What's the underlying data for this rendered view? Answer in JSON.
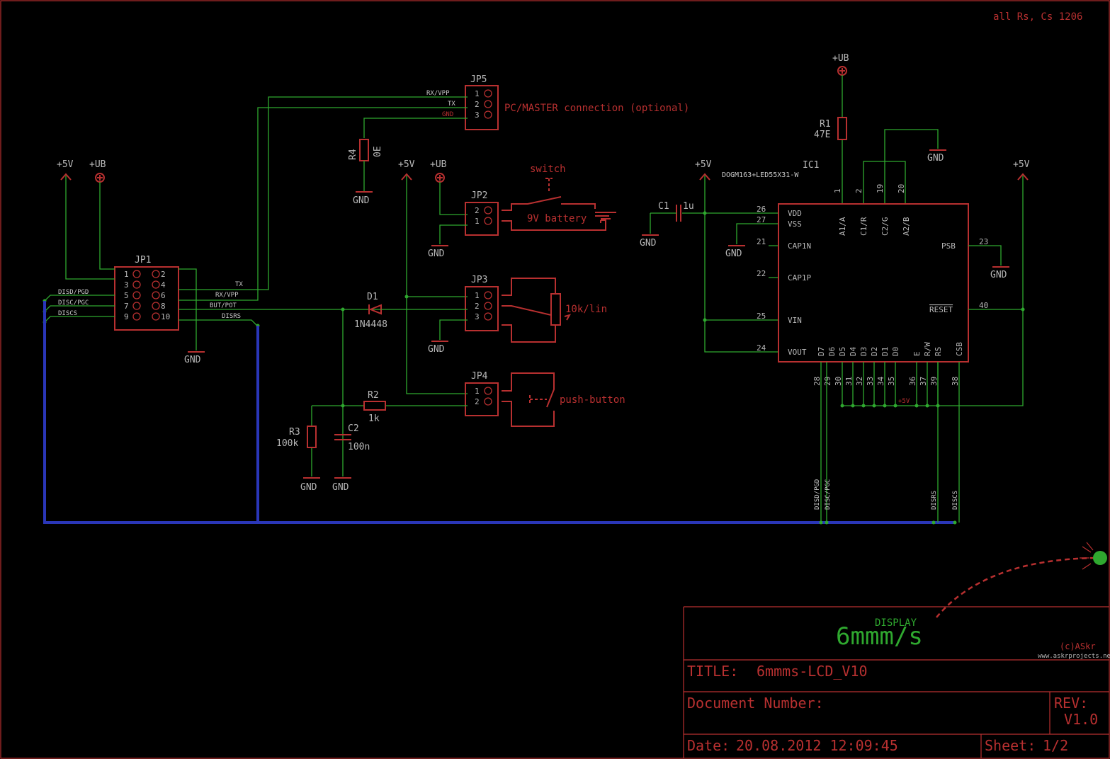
{
  "note": "all Rs, Cs 1206",
  "connectors": {
    "jp5": {
      "name": "JP5",
      "pins": [
        "1",
        "2",
        "3"
      ],
      "nets": [
        "RX/VPP",
        "TX",
        "GND"
      ],
      "label": "PC/MASTER connection (optional)"
    },
    "jp2": {
      "name": "JP2",
      "pins": [
        "2",
        "1"
      ],
      "switch_label": "switch",
      "battery_label": "9V battery"
    },
    "jp3": {
      "name": "JP3",
      "pins": [
        "1",
        "2",
        "3"
      ],
      "pot_label": "10k/lin"
    },
    "jp4": {
      "name": "JP4",
      "pins": [
        "1",
        "2"
      ],
      "button_label": "push-button"
    },
    "jp1": {
      "name": "JP1",
      "left_pins": [
        "1",
        "3",
        "5",
        "7",
        "9"
      ],
      "right_pins": [
        "2",
        "4",
        "6",
        "8",
        "10"
      ],
      "left_nets": [
        "DISD/PGD",
        "DISC/PGC",
        "DISCS"
      ],
      "right_nets": [
        "TX",
        "RX/VPP",
        "BUT/POT",
        "DISRS"
      ]
    }
  },
  "supplies": {
    "v5": "+5V",
    "ub": "+UB",
    "gnd": "GND"
  },
  "components": {
    "r1": {
      "name": "R1",
      "value": "47E"
    },
    "r2": {
      "name": "R2",
      "value": "1k"
    },
    "r3": {
      "name": "R3",
      "value": "100k"
    },
    "r4": {
      "name": "R4",
      "value": "0E"
    },
    "c1": {
      "name": "C1",
      "value": "1u"
    },
    "c2": {
      "name": "C2",
      "value": "100n"
    },
    "d1": {
      "name": "D1",
      "value": "1N4448"
    }
  },
  "ic1": {
    "name": "IC1",
    "part": "DOGM163+LED55X31-W",
    "left_pins": [
      {
        "num": "26",
        "label": "VDD"
      },
      {
        "num": "27",
        "label": "VSS"
      },
      {
        "num": "21",
        "label": "CAP1N"
      },
      {
        "num": "22",
        "label": "CAP1P"
      },
      {
        "num": "25",
        "label": "VIN"
      },
      {
        "num": "24",
        "label": "VOUT"
      }
    ],
    "top_pins": [
      {
        "num": "1",
        "label": "A1/A"
      },
      {
        "num": "2",
        "label": "C1/R"
      },
      {
        "num": "19",
        "label": "C2/G"
      },
      {
        "num": "20",
        "label": "A2/B"
      }
    ],
    "right_pins": [
      {
        "num": "23",
        "label": "PSB"
      },
      {
        "num": "40",
        "label": "RESET"
      }
    ],
    "bottom_pins": [
      {
        "num": "28",
        "label": "D7"
      },
      {
        "num": "29",
        "label": "D6"
      },
      {
        "num": "30",
        "label": "D5"
      },
      {
        "num": "31",
        "label": "D4"
      },
      {
        "num": "32",
        "label": "D3"
      },
      {
        "num": "33",
        "label": "D2"
      },
      {
        "num": "34",
        "label": "D1"
      },
      {
        "num": "35",
        "label": "D0"
      },
      {
        "num": "36",
        "label": "E"
      },
      {
        "num": "37",
        "label": "R/W"
      },
      {
        "num": "39",
        "label": "RS"
      },
      {
        "num": "38",
        "label": "CSB"
      }
    ],
    "bottom_net": "+5V",
    "bus_labels": [
      "DISD/PGD",
      "DISC/PGC",
      "DISRS",
      "DISCS"
    ]
  },
  "title_block": {
    "logo_small": "DISPLAY",
    "logo": "6mmm/s",
    "copyright": "(c)ASkr",
    "website": "www.askrprojects.net",
    "title_label": "TITLE:",
    "title_value": "6mmms-LCD_V10",
    "docnum_label": "Document Number:",
    "rev_label": "REV:",
    "rev_value": "V1.0",
    "date_label": "Date:",
    "date_value": "20.08.2012 12:09:45",
    "sheet_label": "Sheet:",
    "sheet_value": "1/2"
  },
  "colors": {
    "background": "#000000",
    "wire": "#2fa82f",
    "part": "#b83030",
    "bus": "#2a36b8",
    "text": "#b8b8b8"
  }
}
